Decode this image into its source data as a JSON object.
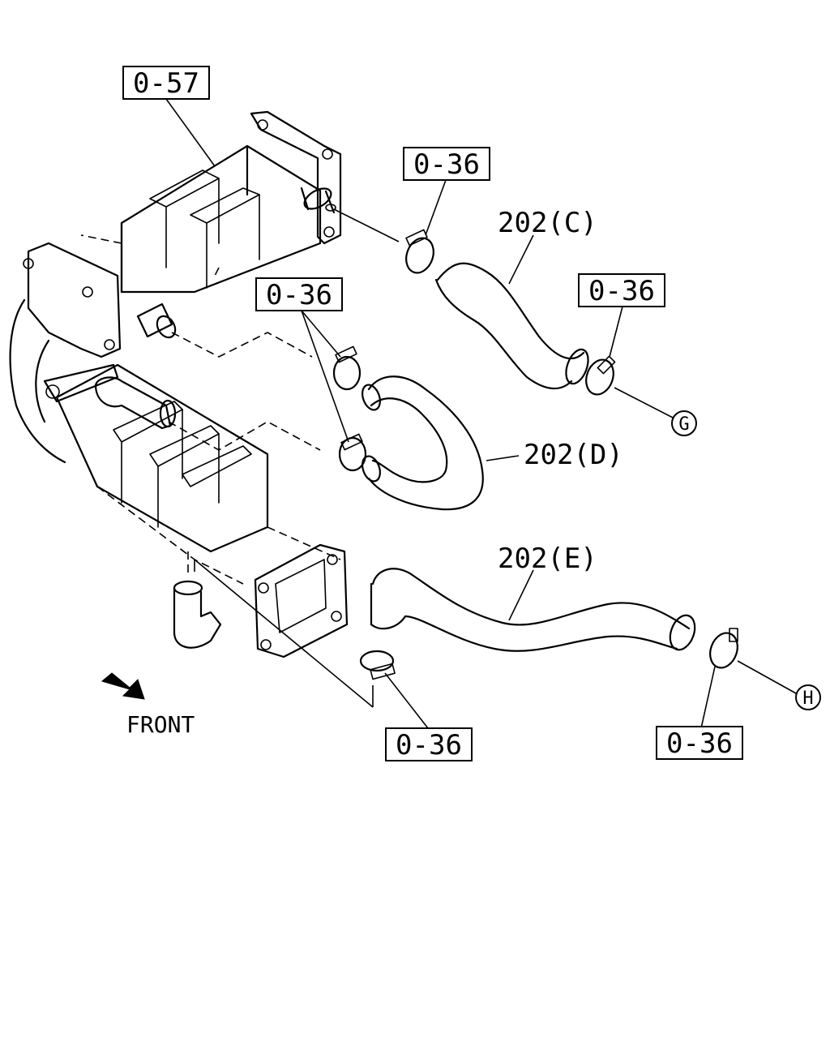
{
  "diagram": {
    "callouts": {
      "cooler_upper": "0-57",
      "clamp_c_left": "0-36",
      "clamp_c_right": "0-36",
      "clamp_d": "0-36",
      "clamp_e_left": "0-36",
      "clamp_e_right": "0-36"
    },
    "hoses": {
      "c": "202(C)",
      "d": "202(D)",
      "e": "202(E)"
    },
    "connectors": {
      "g": "G",
      "h": "H"
    },
    "direction_label": "FRONT"
  }
}
